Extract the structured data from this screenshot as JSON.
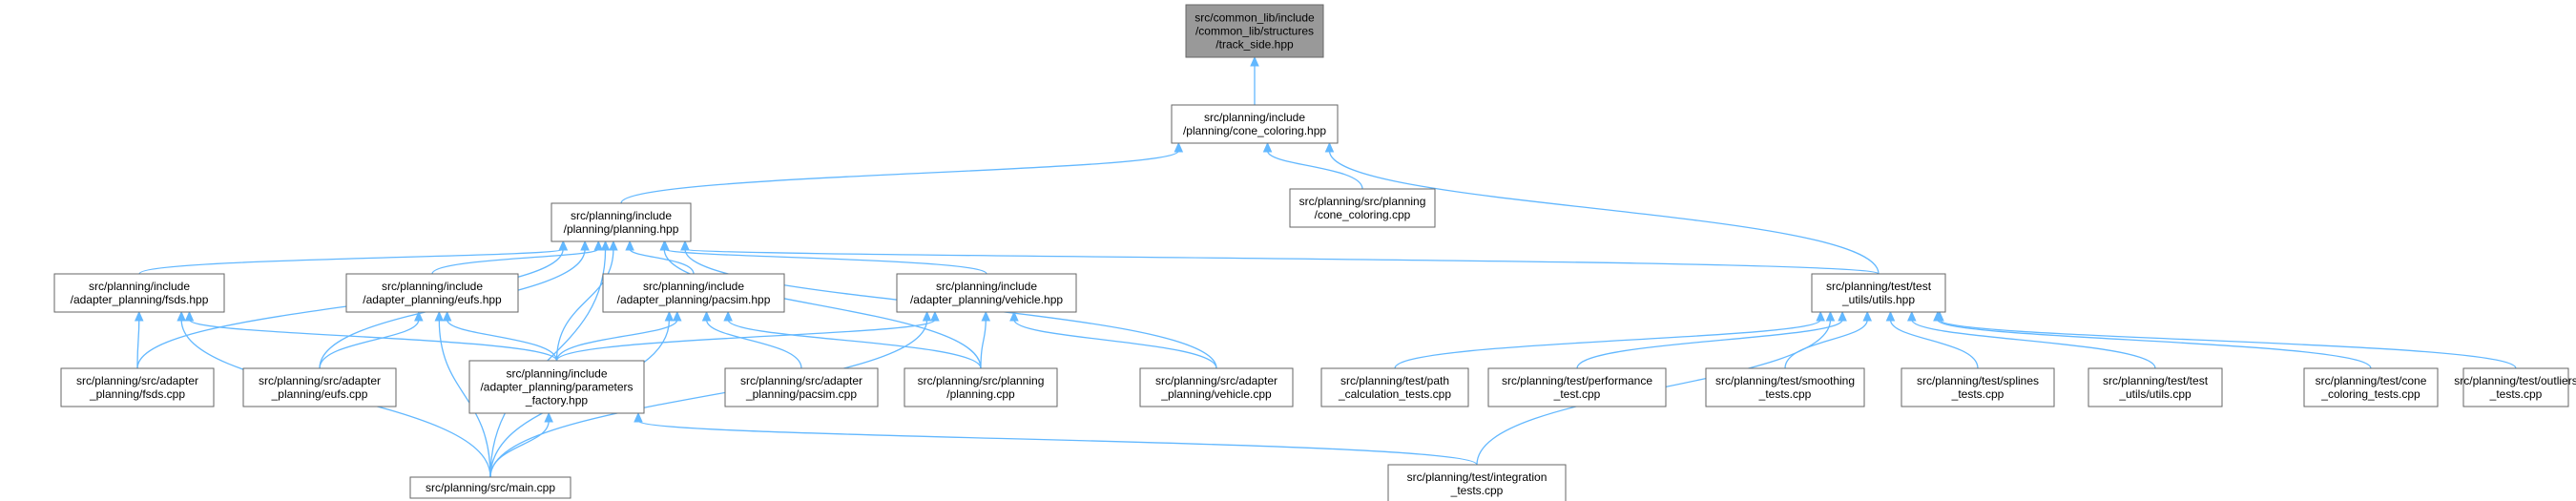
{
  "graph": {
    "colors": {
      "edge": "#63b8ff",
      "node_border": "#666666",
      "root_fill": "#999999",
      "node_fill": "#ffffff"
    },
    "nodes": [
      {
        "id": "track_side",
        "lines": [
          "src/common_lib/include",
          "/common_lib/structures",
          "/track_side.hpp"
        ],
        "root": true
      },
      {
        "id": "cone_coloring_hpp",
        "lines": [
          "src/planning/include",
          "/planning/cone_coloring.hpp"
        ]
      },
      {
        "id": "planning_hpp",
        "lines": [
          "src/planning/include",
          "/planning/planning.hpp"
        ]
      },
      {
        "id": "cone_coloring_cpp",
        "lines": [
          "src/planning/src/planning",
          "/cone_coloring.cpp"
        ]
      },
      {
        "id": "test_utils_hpp",
        "lines": [
          "src/planning/test/test",
          "_utils/utils.hpp"
        ]
      },
      {
        "id": "fsds_hpp",
        "lines": [
          "src/planning/include",
          "/adapter_planning/fsds.hpp"
        ]
      },
      {
        "id": "eufs_hpp",
        "lines": [
          "src/planning/include",
          "/adapter_planning/eufs.hpp"
        ]
      },
      {
        "id": "pacsim_hpp",
        "lines": [
          "src/planning/include",
          "/adapter_planning/pacsim.hpp"
        ]
      },
      {
        "id": "vehicle_hpp",
        "lines": [
          "src/planning/include",
          "/adapter_planning/vehicle.hpp"
        ]
      },
      {
        "id": "fsds_cpp",
        "lines": [
          "src/planning/src/adapter",
          "_planning/fsds.cpp"
        ]
      },
      {
        "id": "eufs_cpp",
        "lines": [
          "src/planning/src/adapter",
          "_planning/eufs.cpp"
        ]
      },
      {
        "id": "params_factory_hpp",
        "lines": [
          "src/planning/include",
          "/adapter_planning/parameters",
          "_factory.hpp"
        ]
      },
      {
        "id": "pacsim_cpp",
        "lines": [
          "src/planning/src/adapter",
          "_planning/pacsim.cpp"
        ]
      },
      {
        "id": "planning_cpp",
        "lines": [
          "src/planning/src/planning",
          "/planning.cpp"
        ]
      },
      {
        "id": "vehicle_cpp",
        "lines": [
          "src/planning/src/adapter",
          "_planning/vehicle.cpp"
        ]
      },
      {
        "id": "main_cpp",
        "lines": [
          "src/planning/src/main.cpp"
        ]
      },
      {
        "id": "path_calc_tests",
        "lines": [
          "src/planning/test/path",
          "_calculation_tests.cpp"
        ]
      },
      {
        "id": "performance_test",
        "lines": [
          "src/planning/test/performance",
          "_test.cpp"
        ]
      },
      {
        "id": "smoothing_tests",
        "lines": [
          "src/planning/test/smoothing",
          "_tests.cpp"
        ]
      },
      {
        "id": "splines_tests",
        "lines": [
          "src/planning/test/splines",
          "_tests.cpp"
        ]
      },
      {
        "id": "test_utils_cpp",
        "lines": [
          "src/planning/test/test",
          "_utils/utils.cpp"
        ]
      },
      {
        "id": "cone_coloring_tests",
        "lines": [
          "src/planning/test/cone",
          "_coloring_tests.cpp"
        ]
      },
      {
        "id": "outliers_tests",
        "lines": [
          "src/planning/test/outliers",
          "_tests.cpp"
        ]
      },
      {
        "id": "integration_tests",
        "lines": [
          "src/planning/test/integration",
          "_tests.cpp"
        ]
      }
    ],
    "edges": [
      [
        "track_side",
        "cone_coloring_hpp"
      ],
      [
        "cone_coloring_hpp",
        "planning_hpp"
      ],
      [
        "cone_coloring_hpp",
        "cone_coloring_cpp"
      ],
      [
        "cone_coloring_hpp",
        "test_utils_hpp"
      ],
      [
        "planning_hpp",
        "fsds_hpp"
      ],
      [
        "planning_hpp",
        "eufs_hpp"
      ],
      [
        "planning_hpp",
        "pacsim_hpp"
      ],
      [
        "planning_hpp",
        "vehicle_hpp"
      ],
      [
        "planning_hpp",
        "test_utils_hpp"
      ],
      [
        "planning_hpp",
        "fsds_cpp"
      ],
      [
        "planning_hpp",
        "eufs_cpp"
      ],
      [
        "planning_hpp",
        "params_factory_hpp"
      ],
      [
        "planning_hpp",
        "planning_cpp"
      ],
      [
        "planning_hpp",
        "vehicle_cpp"
      ],
      [
        "planning_hpp",
        "main_cpp"
      ],
      [
        "fsds_hpp",
        "fsds_cpp"
      ],
      [
        "fsds_hpp",
        "params_factory_hpp"
      ],
      [
        "fsds_hpp",
        "main_cpp"
      ],
      [
        "eufs_hpp",
        "eufs_cpp"
      ],
      [
        "eufs_hpp",
        "params_factory_hpp"
      ],
      [
        "eufs_hpp",
        "main_cpp"
      ],
      [
        "pacsim_hpp",
        "params_factory_hpp"
      ],
      [
        "pacsim_hpp",
        "pacsim_cpp"
      ],
      [
        "pacsim_hpp",
        "planning_cpp"
      ],
      [
        "pacsim_hpp",
        "main_cpp"
      ],
      [
        "vehicle_hpp",
        "params_factory_hpp"
      ],
      [
        "vehicle_hpp",
        "planning_cpp"
      ],
      [
        "vehicle_hpp",
        "vehicle_cpp"
      ],
      [
        "vehicle_hpp",
        "main_cpp"
      ],
      [
        "params_factory_hpp",
        "main_cpp"
      ],
      [
        "params_factory_hpp",
        "integration_tests"
      ],
      [
        "test_utils_hpp",
        "path_calc_tests"
      ],
      [
        "test_utils_hpp",
        "performance_test"
      ],
      [
        "test_utils_hpp",
        "smoothing_tests"
      ],
      [
        "test_utils_hpp",
        "splines_tests"
      ],
      [
        "test_utils_hpp",
        "test_utils_cpp"
      ],
      [
        "test_utils_hpp",
        "cone_coloring_tests"
      ],
      [
        "test_utils_hpp",
        "outliers_tests"
      ],
      [
        "test_utils_hpp",
        "integration_tests"
      ]
    ]
  }
}
